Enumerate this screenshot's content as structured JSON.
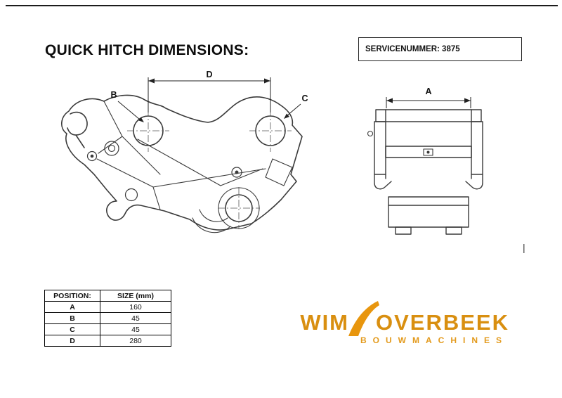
{
  "header": {
    "title": "QUICK HITCH DIMENSIONS:",
    "service_box": "SERVICENUMMER: 3875"
  },
  "diagram": {
    "side_view": {
      "dim_b": "B",
      "dim_c": "C",
      "dim_d": "D"
    },
    "front_view": {
      "dim_a": "A"
    },
    "page_mark": "|"
  },
  "dimensions_table": {
    "headers": [
      "POSITION:",
      "SIZE (mm)"
    ],
    "rows": [
      {
        "position": "A",
        "size": "160"
      },
      {
        "position": "B",
        "size": "45"
      },
      {
        "position": "C",
        "size": "45"
      },
      {
        "position": "D",
        "size": "280"
      }
    ]
  },
  "logo": {
    "word1": "WIM",
    "word2": "OVERBEEK",
    "subtitle": "BOUWMACHINES",
    "color": "#D98F10"
  }
}
